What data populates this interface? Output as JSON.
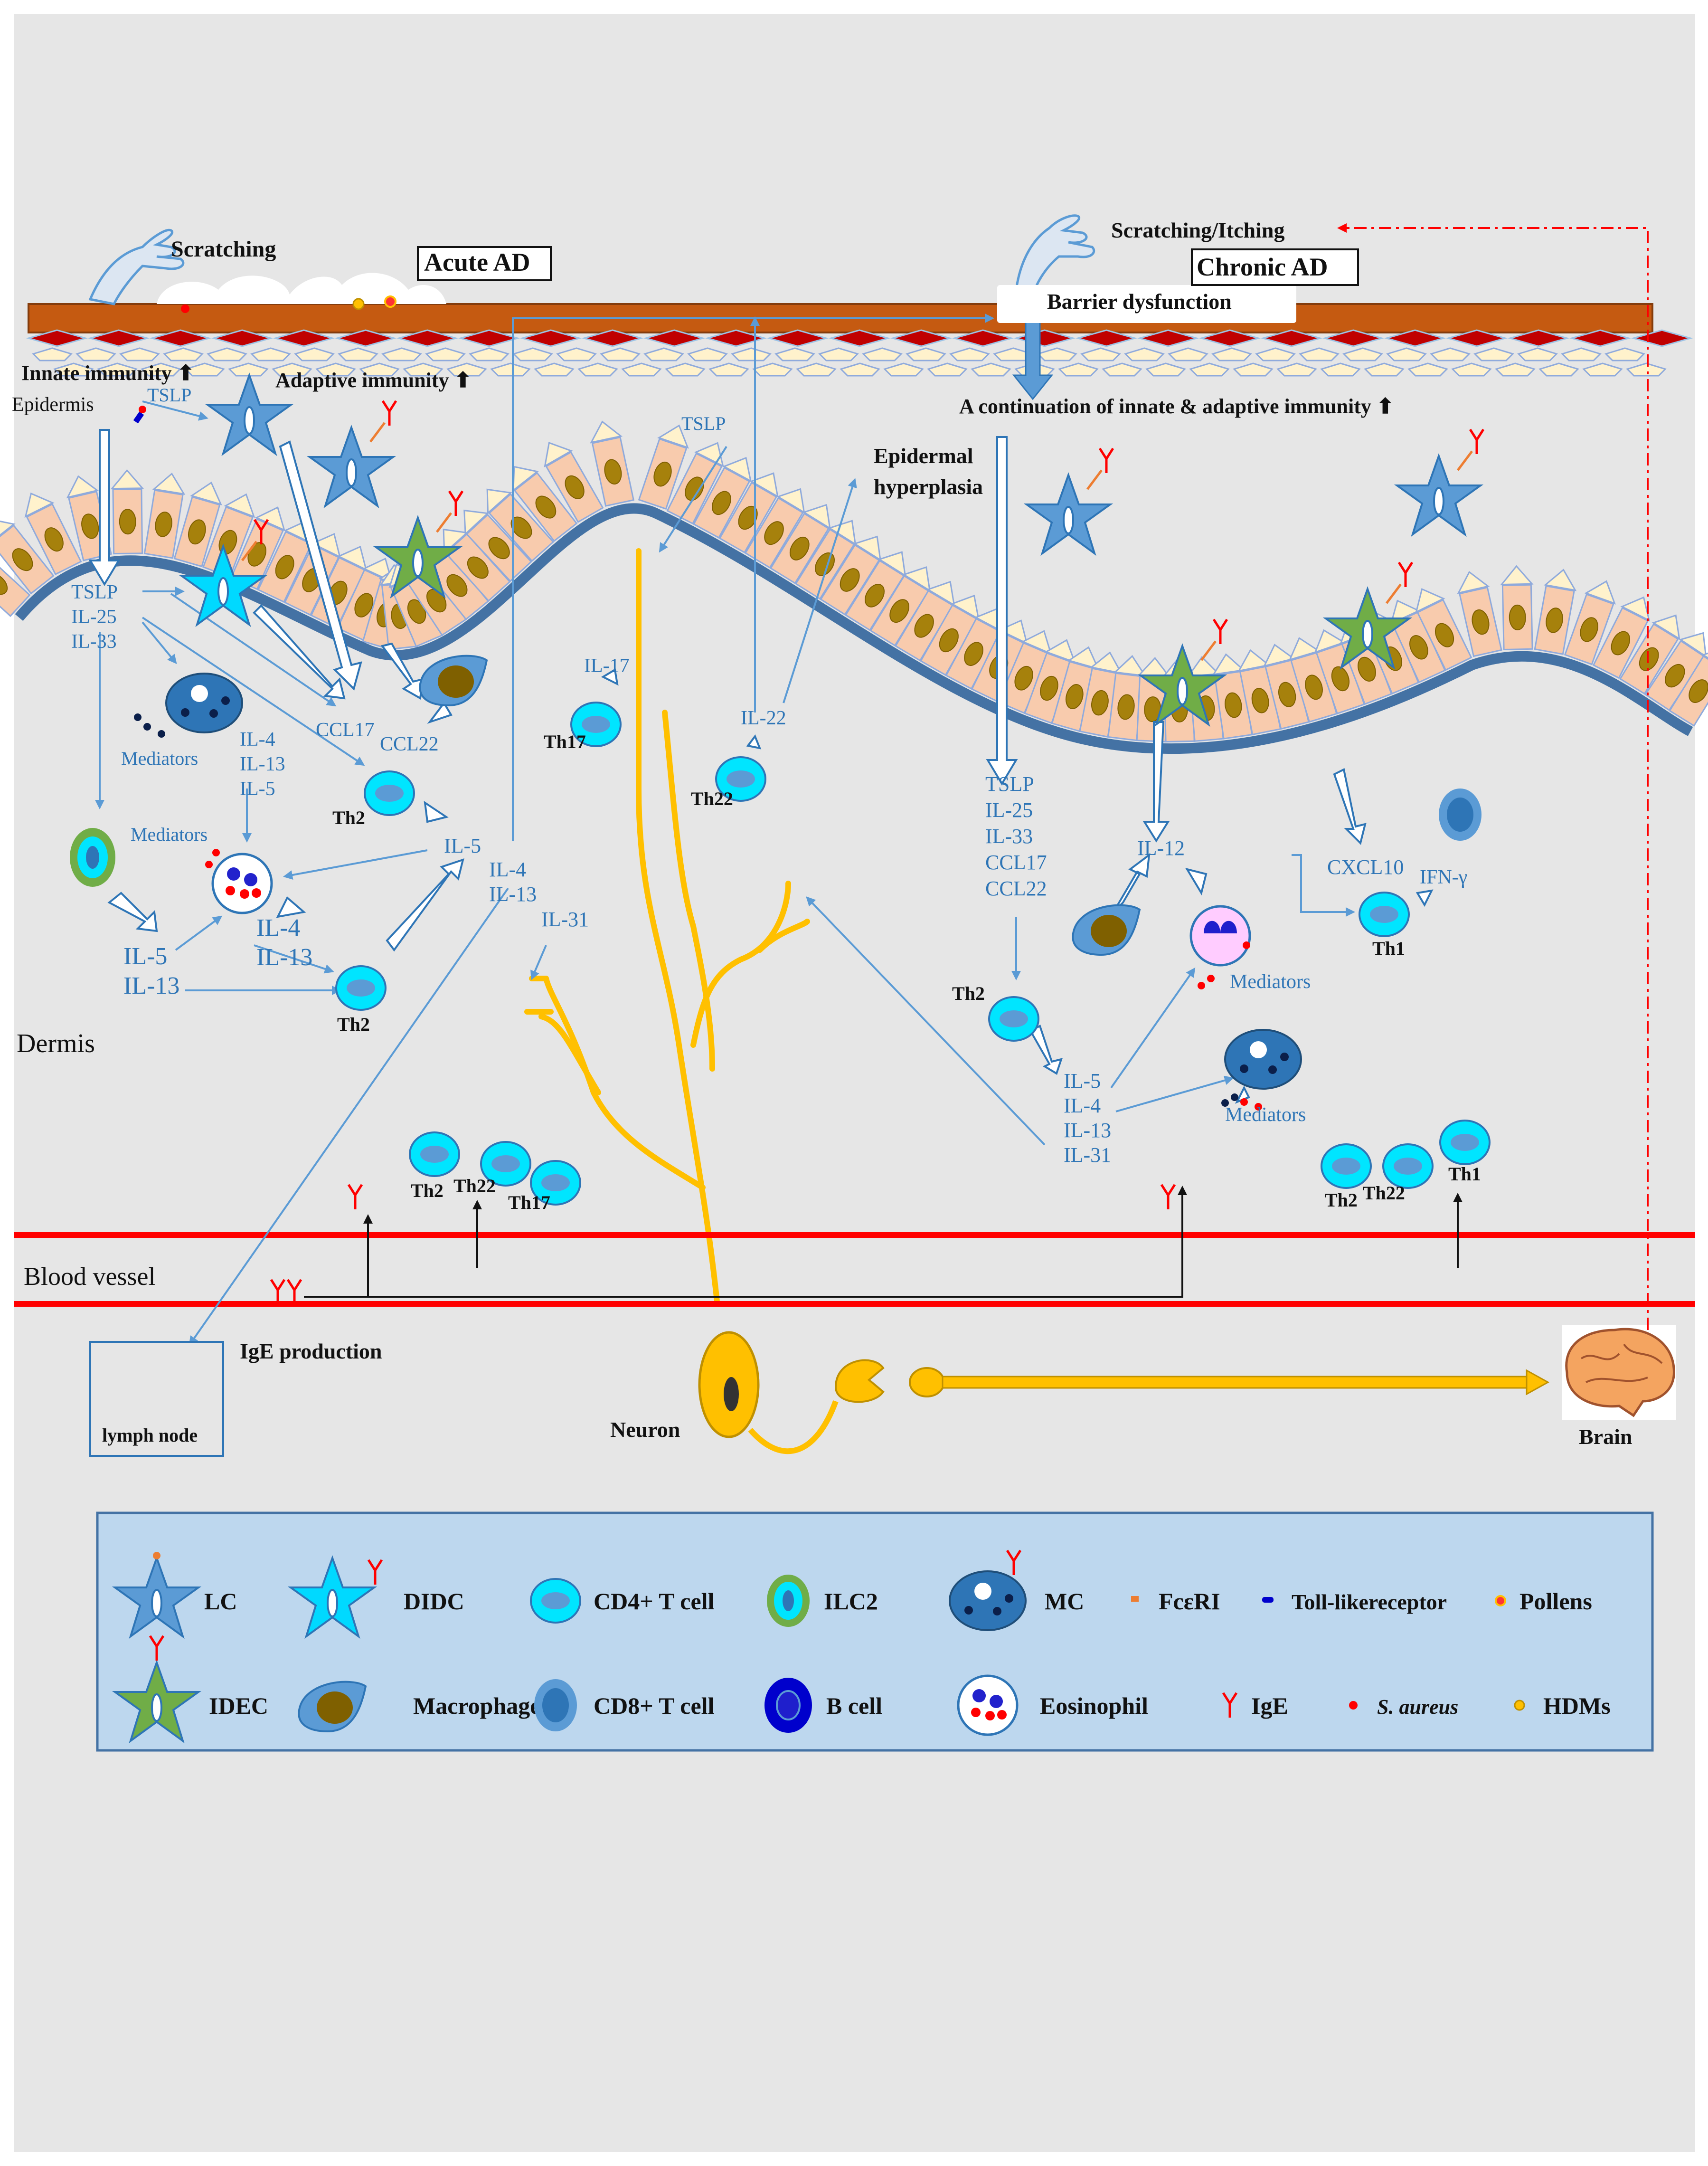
{
  "colors": {
    "background": "#e6e6e6",
    "stratum": "#c55a11",
    "keratinocyte": "#f8cbad",
    "nucleus": "#a6810c",
    "cytokine_text": "#2e75b6",
    "nerve": "#ffc000",
    "blood_vessel": "#ff0000",
    "legend_bg": "#bdd7ee",
    "cd4_t_cell": "#00e5ff"
  },
  "labels": {
    "scratching": "Scratching",
    "acute_ad": "Acute AD",
    "scratching_itching": "Scratching/Itching",
    "chronic_ad": "Chronic AD",
    "barrier_dysfunction": "Barrier dysfunction",
    "innate_immunity": "Innate immunity",
    "adaptive_immunity": "Adaptive immunity",
    "epidermis": "Epidermis",
    "tslp": "TSLP",
    "continuation": "A continuation of innate & adaptive immunity",
    "epidermal": "Epidermal",
    "hyperplasia": "hyperplasia",
    "tslp_mid": "TSLP",
    "left_cyto": [
      "TSLP",
      "IL-25",
      "IL-33"
    ],
    "mediators_1": "Mediators",
    "mc_cyto": [
      "IL-4",
      "IL-13",
      "IL-5"
    ],
    "ccl17": "CCL17",
    "ccl22": "CCL22",
    "mediators_2": "Mediators",
    "th2_a": "Th2",
    "il5_a": "IL-5",
    "il4_il13_a": [
      "IL-4",
      "IL-13"
    ],
    "il31_a": "IL-31",
    "ilc2_cyto": [
      "IL-5",
      "IL-13"
    ],
    "eos_cyto": [
      "IL-4",
      "IL-13"
    ],
    "th2_b": "Th2",
    "il17": "IL-17",
    "th17": "Th17",
    "il22": "IL-22",
    "th22": "Th22",
    "dermis": "Dermis",
    "circ_left": [
      "Th2",
      "Th22",
      "Th17"
    ],
    "blood_vessel": "Blood vessel",
    "ige_production": "IgE production",
    "lymph_node": "lymph node",
    "neuron": "Neuron",
    "brain": "Brain",
    "right_cyto": [
      "TSLP",
      "IL-25",
      "IL-33",
      "CCL17",
      "CCL22"
    ],
    "il12": "IL-12",
    "cxcl10": "CXCL10",
    "ifn": "IFN-γ",
    "th1": "Th1",
    "mediators_3": "Mediators",
    "th2_c": "Th2",
    "right_cyto_2": [
      "IL-5",
      "IL-4",
      "IL-13",
      "IL-31"
    ],
    "mediators_4": "Mediators",
    "circ_right": [
      "Th2",
      "Th22",
      "Th1"
    ]
  },
  "legend": [
    {
      "icon": "lc-icon",
      "label": "LC"
    },
    {
      "icon": "didc-icon",
      "label": "DIDC"
    },
    {
      "icon": "cd4-t-cell-icon",
      "label": "CD4+ T cell"
    },
    {
      "icon": "ilc2-icon",
      "label": "ILC2"
    },
    {
      "icon": "mast-cell-icon",
      "label": "MC"
    },
    {
      "icon": "fceri-icon",
      "label": "FcεRI"
    },
    {
      "icon": "toll-like-receptor-icon",
      "label": "Toll-likereceptor"
    },
    {
      "icon": "pollen-icon",
      "label": "Pollens"
    },
    {
      "icon": "idec-icon",
      "label": "IDEC"
    },
    {
      "icon": "macrophage-icon",
      "label": "Macrophage"
    },
    {
      "icon": "cd8-t-cell-icon",
      "label": "CD8+ T cell"
    },
    {
      "icon": "b-cell-icon",
      "label": "B cell"
    },
    {
      "icon": "eosinophil-icon",
      "label": "Eosinophil"
    },
    {
      "icon": "ige-icon",
      "label": "IgE"
    },
    {
      "icon": "s-aureus-icon",
      "label": "S. aureus"
    },
    {
      "icon": "hdm-icon",
      "label": "HDMs"
    }
  ]
}
